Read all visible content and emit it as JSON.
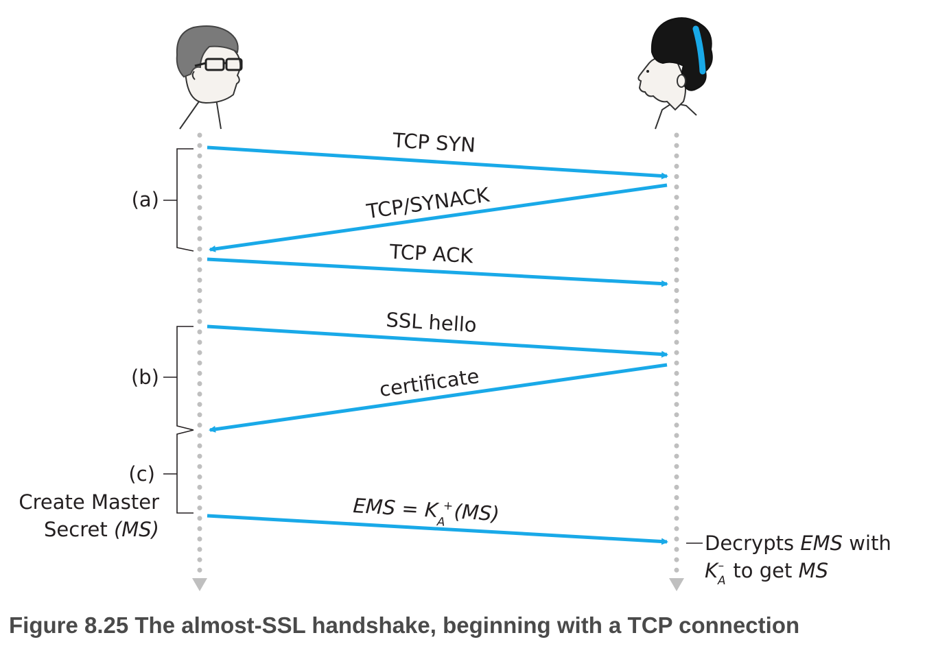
{
  "colors": {
    "arrow": "#19a9e8",
    "timeline": "#bfbfbf",
    "text": "#231f20",
    "caption": "#4a4a4a"
  },
  "participants": {
    "left": {
      "icon": "man-with-glasses-icon"
    },
    "right": {
      "icon": "woman-with-headband-icon"
    }
  },
  "messages": [
    {
      "id": "tcp-syn",
      "label": "TCP SYN",
      "direction": "left-to-right"
    },
    {
      "id": "tcp-synack",
      "label": "TCP/SYNACK",
      "direction": "right-to-left"
    },
    {
      "id": "tcp-ack",
      "label": "TCP ACK",
      "direction": "left-to-right"
    },
    {
      "id": "ssl-hello",
      "label": "SSL hello",
      "direction": "left-to-right"
    },
    {
      "id": "certificate",
      "label": "certificate",
      "direction": "right-to-left"
    },
    {
      "id": "ems",
      "direction": "left-to-right"
    }
  ],
  "ems_label": {
    "lhs": "EMS = K",
    "subscript": "A",
    "superscript": "+",
    "rhs": "(MS)"
  },
  "phases": {
    "a": "(a)",
    "b": "(b)",
    "c": "(c)"
  },
  "left_note": {
    "line1": "Create Master",
    "line2_plain": "Secret ",
    "line2_italic": "(MS)"
  },
  "right_note": {
    "line1_plain": "Decrypts ",
    "line1_italic": "EMS",
    "line1_tail": " with",
    "line2_key": "K",
    "line2_sub": "A",
    "line2_sup": "–",
    "line2_tail": " to get ",
    "line2_italic": "MS"
  },
  "caption": "Figure 8.25 The almost-SSL handshake, beginning with a TCP connection"
}
